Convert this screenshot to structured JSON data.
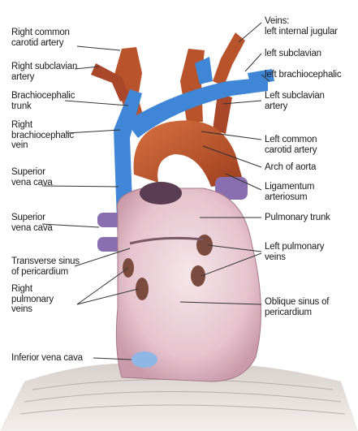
{
  "figure": {
    "labels": {
      "right_common_carotid": "Right common\ncarotid artery",
      "right_subclavian": "Right subclavian\nartery",
      "brachiocephalic_trunk": "Brachiocephalic\ntrunk",
      "right_brachiocephalic_vein": "Right\nbrachiocephalic\nvein",
      "superior_vena_cava_1": "Superior\nvena cava",
      "superior_vena_cava_2": "Superior\nvena cava",
      "transverse_sinus": "Transverse sinus\nof pericardium",
      "right_pulmonary_veins": "Right\npulmonary\nveins",
      "inferior_vena_cava": "Inferior vena cava",
      "left_internal_jugular": "Veins:\nleft internal jugular",
      "left_subclavian_vein": "left subclavian",
      "left_brachiocephalic": "left brachiocephalic",
      "left_subclavian_artery": "Left subclavian\nartery",
      "left_common_carotid": "Left common\ncarotid artery",
      "arch_of_aorta": "Arch of aorta",
      "ligamentum_arteriosum": "Ligamentum\narteriosum",
      "pulmonary_trunk": "Pulmonary trunk",
      "left_pulmonary_veins": "Left pulmonary\nveins",
      "oblique_sinus": "Oblique sinus of\npericardium"
    },
    "colors": {
      "artery": "#b8532c",
      "vein": "#3f86d6",
      "pericardium": "#e9c9d2",
      "pulmonary": "#8a6fb0",
      "line": "#333333"
    }
  }
}
